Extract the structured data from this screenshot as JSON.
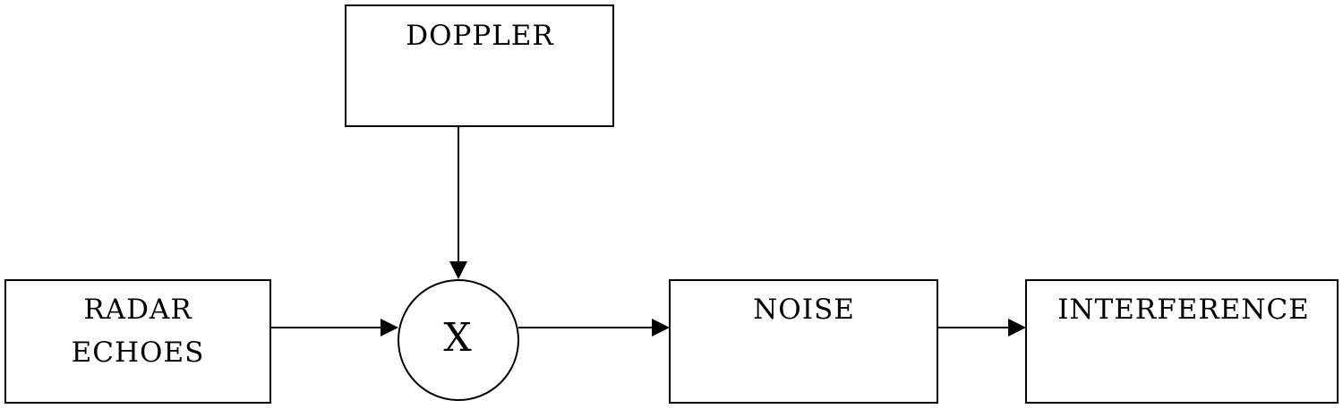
{
  "diagram": {
    "blocks": {
      "doppler": {
        "line1": "DOPPLER"
      },
      "radar_echoes": {
        "line1": "RADAR",
        "line2": "ECHOES"
      },
      "mixer": {
        "symbol": "X"
      },
      "noise": {
        "line1": "NOISE"
      },
      "interference": {
        "line1": "INTERFERENCE"
      }
    },
    "connections": [
      {
        "from": "doppler",
        "to": "mixer"
      },
      {
        "from": "radar_echoes",
        "to": "mixer"
      },
      {
        "from": "mixer",
        "to": "noise"
      },
      {
        "from": "noise",
        "to": "interference"
      }
    ]
  }
}
